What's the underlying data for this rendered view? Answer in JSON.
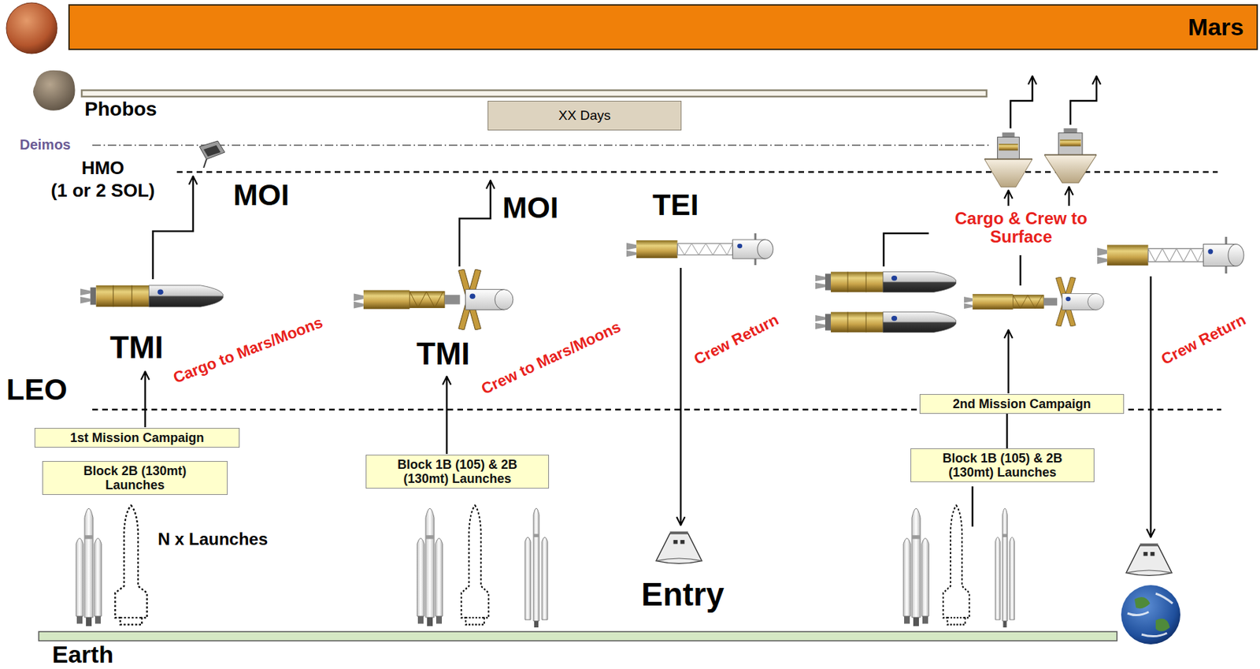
{
  "diagram": {
    "nodes": [
      {
        "text": [
          "Mars"
        ]
      },
      {
        "text": [
          "XX Days"
        ]
      },
      {
        "text": [
          "1st Mission Campaign"
        ]
      },
      {
        "text": [
          "Block 2B (130mt) Launches"
        ]
      },
      {
        "text": [
          "Block 1B (105) & 2B (130mt) Launches"
        ]
      },
      {
        "text": [
          "2nd Mission Campaign"
        ]
      },
      {
        "text": [
          "Block 1B (105) & 2B (130mt) Launches"
        ]
      }
    ],
    "edges": [
      {
        "from": 6,
        "to": 5,
        "arrow": "none"
      }
    ],
    "labels": [
      "Phobos",
      "Deimos",
      "HMO",
      "(1 or 2 SOL)",
      "MOI",
      "MOI",
      "TEI",
      "TMI",
      "Cargo to Mars/Moons",
      "TMI",
      "Crew to Mars/Moons",
      "Crew Return",
      "Cargo & Crew to Surface",
      "Crew Return",
      "LEO",
      "N x Launches",
      "Entry",
      "Earth"
    ]
  }
}
